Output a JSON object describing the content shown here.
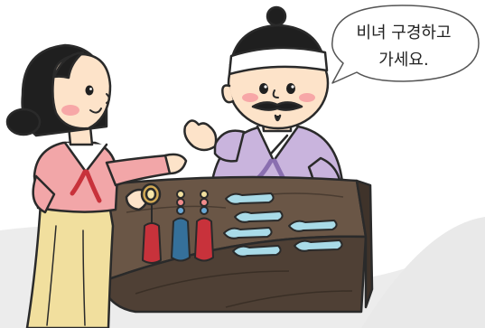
{
  "speech_bubble": {
    "line1": "비녀 구경하고",
    "line2": "가세요."
  },
  "scene": {
    "characters": [
      "woman-customer-in-hanbok",
      "male-merchant-in-hanbok"
    ],
    "items_on_table": [
      "norigae-tassel",
      "norigae-tassel",
      "norigae-tassel",
      "binyeo-hairpin",
      "binyeo-hairpin",
      "binyeo-hairpin",
      "binyeo-hairpin",
      "binyeo-hairpin",
      "binyeo-hairpin"
    ],
    "colors": {
      "background_blob": "#eeeeee",
      "table": "#6a5646",
      "table_dark": "#4f4035",
      "merchant_robe": "#c9b4dd",
      "woman_jeogori": "#f2a6a8",
      "woman_chima": "#f1df9e",
      "hairpin": "#a9dbe8",
      "tassel_red": "#c8323b",
      "tassel_blue": "#35709a",
      "skin": "#fde3c9",
      "hair": "#1f1f1f",
      "cheek": "#f7a7a7",
      "headband": "#ffffff"
    }
  }
}
